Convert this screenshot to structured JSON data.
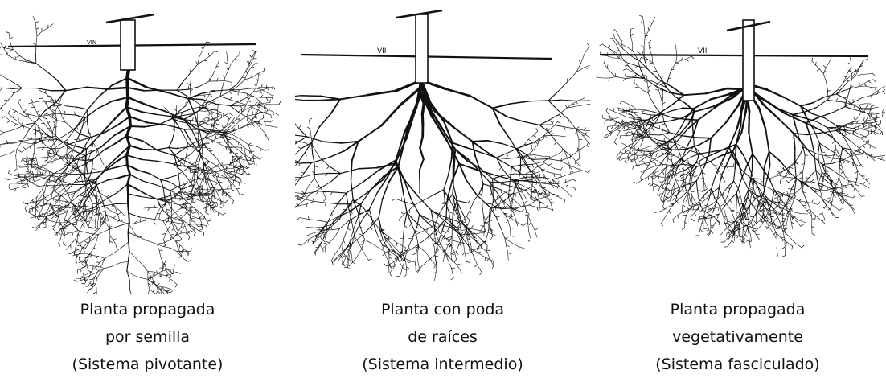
{
  "panels": [
    {
      "caption": [
        "Planta propagada",
        "por semilla",
        "(Sistema pivotante)"
      ],
      "ground_label": "VIN",
      "root_icon": "taproot-system-icon"
    },
    {
      "caption": [
        "Planta con poda",
        "de raíces",
        "(Sistema intermedio)"
      ],
      "ground_label": "VII",
      "root_icon": "intermediate-root-system-icon"
    },
    {
      "caption": [
        "Planta propagada",
        "vegetativamente",
        "(Sistema fasciculado)"
      ],
      "ground_label": "VII",
      "root_icon": "fibrous-root-system-icon"
    }
  ],
  "colors": {
    "ink": "#111111",
    "trunk_fill": "#ffffff",
    "background": "#ffffff"
  }
}
